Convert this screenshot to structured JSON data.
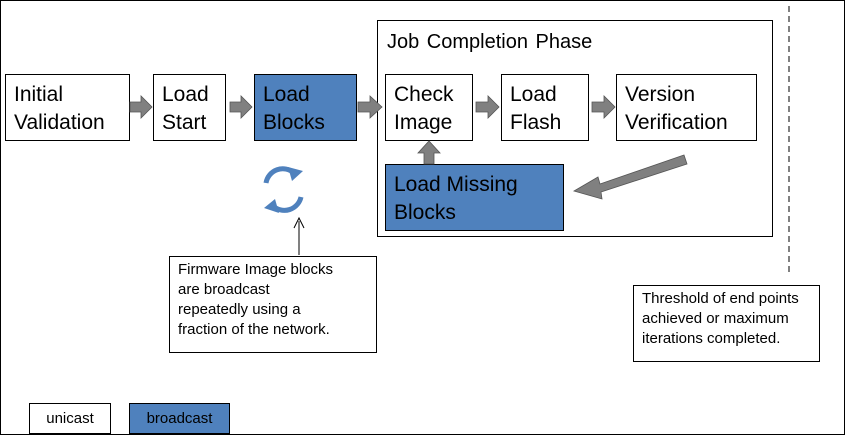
{
  "steps": {
    "initial_validation": "Initial\nValidation",
    "load_start": "Load\nStart",
    "load_blocks": "Load\nBlocks",
    "check_image": "Check\nImage",
    "load_flash": "Load\nFlash",
    "version_verification": "Version\nVerification",
    "load_missing_blocks": "Load Missing\nBlocks"
  },
  "phase": {
    "title": "Job Completion  Phase"
  },
  "notes": {
    "broadcast_note": "Firmware Image blocks\nare broadcast\nrepeatedly using a\nfraction of the network.",
    "threshold_note": "Threshold of end points\nachieved or maximum\niterations completed."
  },
  "legend": {
    "unicast": "unicast",
    "broadcast": "broadcast"
  },
  "colors": {
    "broadcast_fill": "#4f81bd",
    "arrow_fill": "#808080",
    "cycle_icon": "#4f81bd"
  }
}
